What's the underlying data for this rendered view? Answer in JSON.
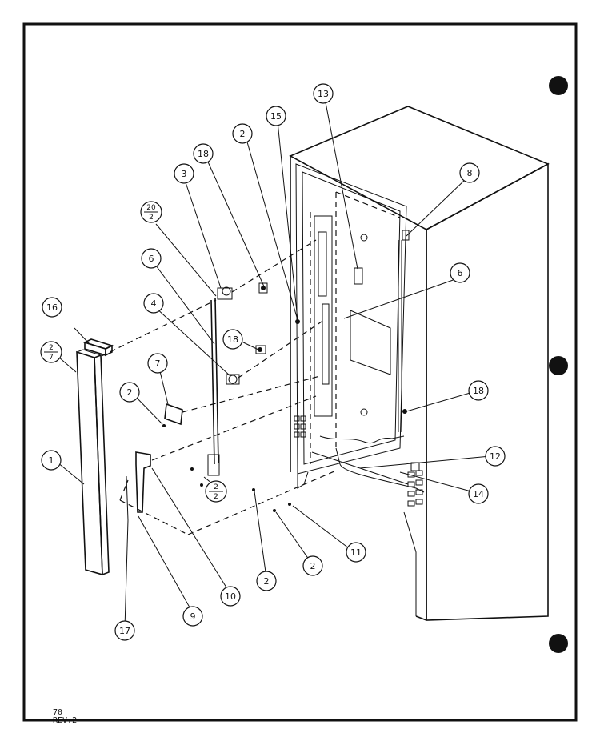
{
  "callouts": [
    {
      "id": "c1",
      "label": "1"
    },
    {
      "id": "c2a",
      "label": "2"
    },
    {
      "id": "c2b",
      "label": "2"
    },
    {
      "id": "c2c",
      "label": "2"
    },
    {
      "id": "c2d",
      "label": "2"
    },
    {
      "id": "c3",
      "label": "3"
    },
    {
      "id": "c4",
      "label": "4"
    },
    {
      "id": "c6a",
      "label": "6"
    },
    {
      "id": "c6b",
      "label": "6"
    },
    {
      "id": "c7",
      "label": "7"
    },
    {
      "id": "c8",
      "label": "8"
    },
    {
      "id": "c9",
      "label": "9"
    },
    {
      "id": "c10",
      "label": "10"
    },
    {
      "id": "c11",
      "label": "11"
    },
    {
      "id": "c12",
      "label": "12"
    },
    {
      "id": "c13",
      "label": "13"
    },
    {
      "id": "c14",
      "label": "14"
    },
    {
      "id": "c15",
      "label": "15"
    },
    {
      "id": "c16",
      "label": "16"
    },
    {
      "id": "c17",
      "label": "17"
    },
    {
      "id": "c18a",
      "label": "18"
    },
    {
      "id": "c18b",
      "label": "18"
    },
    {
      "id": "c18c",
      "label": "18"
    }
  ],
  "fraction_callouts": [
    {
      "id": "f20_2",
      "top": "20",
      "bottom": "2"
    },
    {
      "id": "f2_7",
      "top": "2",
      "bottom": "7"
    },
    {
      "id": "f2_2",
      "top": "2",
      "bottom": "2"
    }
  ],
  "footnote": {
    "page": "70",
    "revision": "REV.2"
  }
}
